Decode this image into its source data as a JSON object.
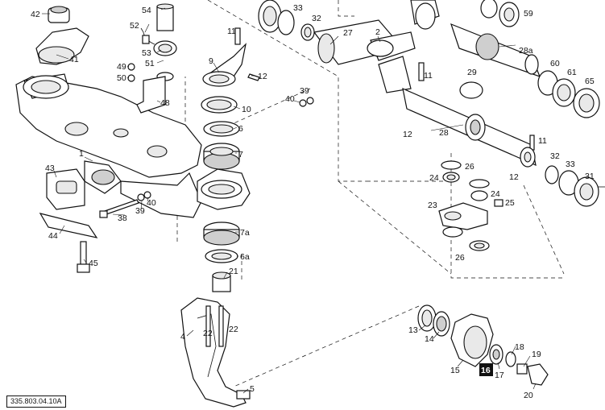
{
  "drawing_ref": "335.803.04.10A",
  "highlighted_callout": "16",
  "callouts": [
    {
      "id": "c-42",
      "text": "42"
    },
    {
      "id": "c-41",
      "text": "41"
    },
    {
      "id": "c-54",
      "text": "54"
    },
    {
      "id": "c-52",
      "text": "52"
    },
    {
      "id": "c-53",
      "text": "53"
    },
    {
      "id": "c-51",
      "text": "51"
    },
    {
      "id": "c-49",
      "text": "49"
    },
    {
      "id": "c-50",
      "text": "50"
    },
    {
      "id": "c-48",
      "text": "48"
    },
    {
      "id": "c-11a",
      "text": "11"
    },
    {
      "id": "c-9",
      "text": "9"
    },
    {
      "id": "c-12a",
      "text": "12"
    },
    {
      "id": "c-10",
      "text": "10"
    },
    {
      "id": "c-6",
      "text": "6"
    },
    {
      "id": "c-7",
      "text": "7"
    },
    {
      "id": "c-40a",
      "text": "40"
    },
    {
      "id": "c-39a",
      "text": "39"
    },
    {
      "id": "c-33a",
      "text": "33"
    },
    {
      "id": "c-32a",
      "text": "32"
    },
    {
      "id": "c-27",
      "text": "27"
    },
    {
      "id": "c-2",
      "text": "2"
    },
    {
      "id": "c-11b",
      "text": "11"
    },
    {
      "id": "c-29",
      "text": "29"
    },
    {
      "id": "c-28",
      "text": "28"
    },
    {
      "id": "c-12b",
      "text": "12"
    },
    {
      "id": "c-59",
      "text": "59"
    },
    {
      "id": "c-28a",
      "text": "28a"
    },
    {
      "id": "c-60",
      "text": "60"
    },
    {
      "id": "c-61",
      "text": "61"
    },
    {
      "id": "c-65",
      "text": "65"
    },
    {
      "id": "c-11c",
      "text": "11"
    },
    {
      "id": "c-32b",
      "text": "32"
    },
    {
      "id": "c-33b",
      "text": "33"
    },
    {
      "id": "c-31",
      "text": "31"
    },
    {
      "id": "c-12c",
      "text": "12"
    },
    {
      "id": "c-26a",
      "text": "26"
    },
    {
      "id": "c-24a",
      "text": "24"
    },
    {
      "id": "c-24b",
      "text": "24"
    },
    {
      "id": "c-25",
      "text": "25"
    },
    {
      "id": "c-23",
      "text": "23"
    },
    {
      "id": "c-26b",
      "text": "26"
    },
    {
      "id": "c-1",
      "text": "1"
    },
    {
      "id": "c-43",
      "text": "43"
    },
    {
      "id": "c-44",
      "text": "44"
    },
    {
      "id": "c-45",
      "text": "45"
    },
    {
      "id": "c-38",
      "text": "38"
    },
    {
      "id": "c-39b",
      "text": "39"
    },
    {
      "id": "c-40b",
      "text": "40"
    },
    {
      "id": "c-7a",
      "text": "7a"
    },
    {
      "id": "c-6a",
      "text": "6a"
    },
    {
      "id": "c-21",
      "text": "21"
    },
    {
      "id": "c-4",
      "text": "4"
    },
    {
      "id": "c-22a",
      "text": "22"
    },
    {
      "id": "c-22b",
      "text": "22"
    },
    {
      "id": "c-5",
      "text": "5"
    },
    {
      "id": "c-13",
      "text": "13"
    },
    {
      "id": "c-14",
      "text": "14"
    },
    {
      "id": "c-15",
      "text": "15"
    },
    {
      "id": "c-17",
      "text": "17"
    },
    {
      "id": "c-18",
      "text": "18"
    },
    {
      "id": "c-19",
      "text": "19"
    },
    {
      "id": "c-20",
      "text": "20"
    }
  ]
}
